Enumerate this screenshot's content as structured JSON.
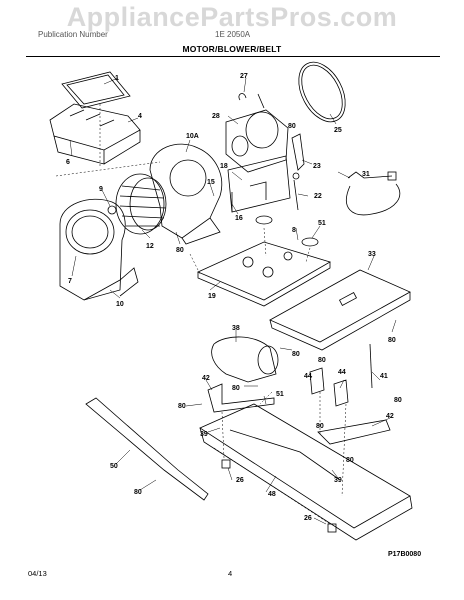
{
  "watermark": "AppliancePartsPros.com",
  "header": {
    "left": "Publication Number",
    "mid": "1E 2050A",
    "title": "MOTOR/BLOWER/BELT"
  },
  "diagram_code": "P17B0080",
  "footer": {
    "date": "04/13",
    "page": "4"
  },
  "callouts": [
    "1",
    "4",
    "6",
    "10A",
    "28",
    "27",
    "25",
    "80",
    "23",
    "18",
    "15",
    "22",
    "16",
    "31",
    "9",
    "12",
    "80",
    "51",
    "8",
    "7",
    "10",
    "19",
    "33",
    "38",
    "80",
    "80",
    "42",
    "80",
    "44",
    "44",
    "41",
    "51",
    "80",
    "39",
    "42",
    "50",
    "26",
    "80",
    "48",
    "39",
    "26",
    "80",
    "80",
    "80",
    "80"
  ]
}
